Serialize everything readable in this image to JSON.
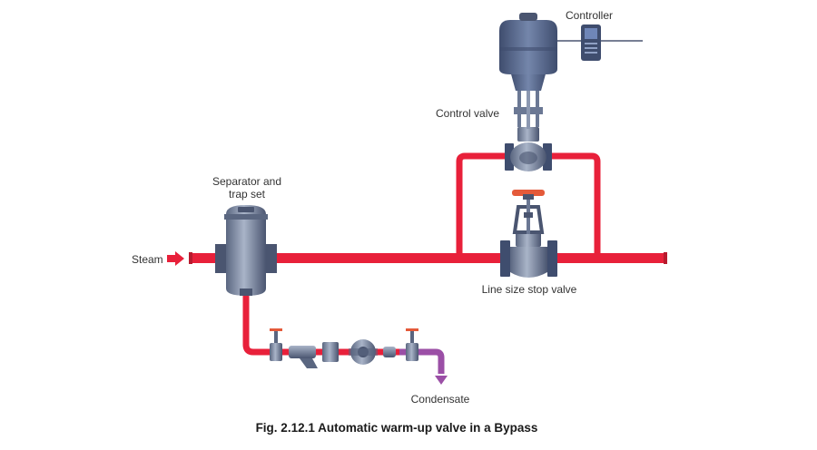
{
  "labels": {
    "controller": "Controller",
    "control_valve": "Control valve",
    "separator_line1": "Separator and",
    "separator_line2": "trap set",
    "steam": "Steam",
    "line_size_stop_valve": "Line size stop valve",
    "condensate": "Condensate"
  },
  "caption": "Fig. 2.12.1 Automatic warm-up valve in a Bypass",
  "colors": {
    "steam_pipe": "#e8203a",
    "condensate_pipe": "#9b4fa6",
    "valve_body": "#7f8fa6",
    "valve_dark": "#4a5570",
    "actuator": "#5e6f92",
    "handwheel": "#e45a3a",
    "text": "#333333"
  }
}
